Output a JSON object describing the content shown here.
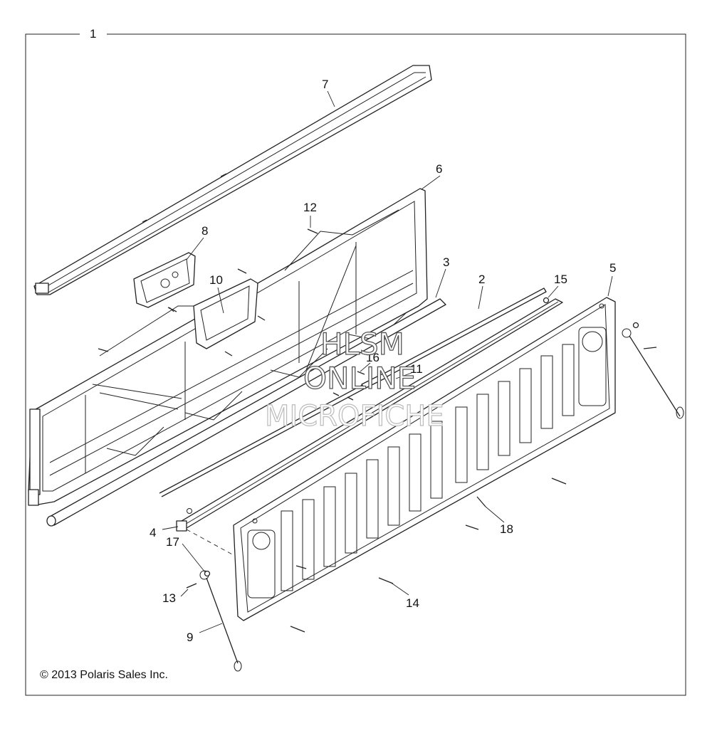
{
  "assembly_callout": "1",
  "callouts": [
    {
      "id": "c2",
      "label": "2"
    },
    {
      "id": "c3",
      "label": "3"
    },
    {
      "id": "c4",
      "label": "4"
    },
    {
      "id": "c5",
      "label": "5"
    },
    {
      "id": "c6",
      "label": "6"
    },
    {
      "id": "c7",
      "label": "7"
    },
    {
      "id": "c8",
      "label": "8"
    },
    {
      "id": "c9",
      "label": "9"
    },
    {
      "id": "c10",
      "label": "10"
    },
    {
      "id": "c11",
      "label": "11"
    },
    {
      "id": "c12",
      "label": "12"
    },
    {
      "id": "c13",
      "label": "13"
    },
    {
      "id": "c14",
      "label": "14"
    },
    {
      "id": "c15",
      "label": "15"
    },
    {
      "id": "c16",
      "label": "16"
    },
    {
      "id": "c17",
      "label": "17"
    },
    {
      "id": "c18",
      "label": "18"
    }
  ],
  "watermark": [
    "HLSM",
    "ONLINE",
    "MICROFICHE"
  ],
  "copyright": "© 2013 Polaris Sales Inc."
}
